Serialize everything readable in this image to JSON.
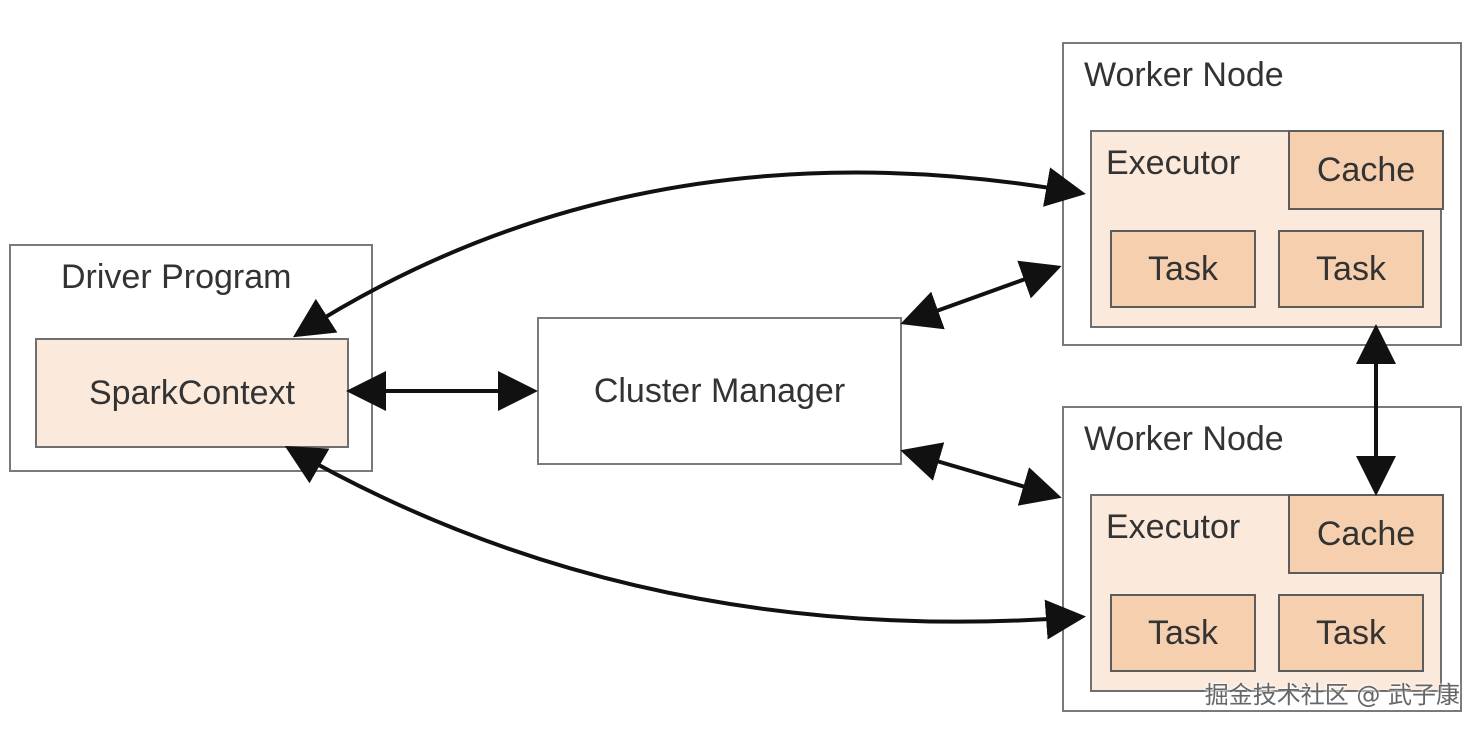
{
  "driver": {
    "title": "Driver Program",
    "context": "SparkContext"
  },
  "cluster_manager": {
    "label": "Cluster Manager"
  },
  "workers": [
    {
      "title": "Worker Node",
      "executor": "Executor",
      "cache": "Cache",
      "tasks": [
        "Task",
        "Task"
      ]
    },
    {
      "title": "Worker Node",
      "executor": "Executor",
      "cache": "Cache",
      "tasks": [
        "Task",
        "Task"
      ]
    }
  ],
  "watermark": "掘金技术社区 @ 武子康",
  "colors": {
    "executor_fill": "#fbe9db",
    "task_fill": "#f6cfae",
    "border": "#7a7a7a",
    "arrow": "#111111"
  }
}
